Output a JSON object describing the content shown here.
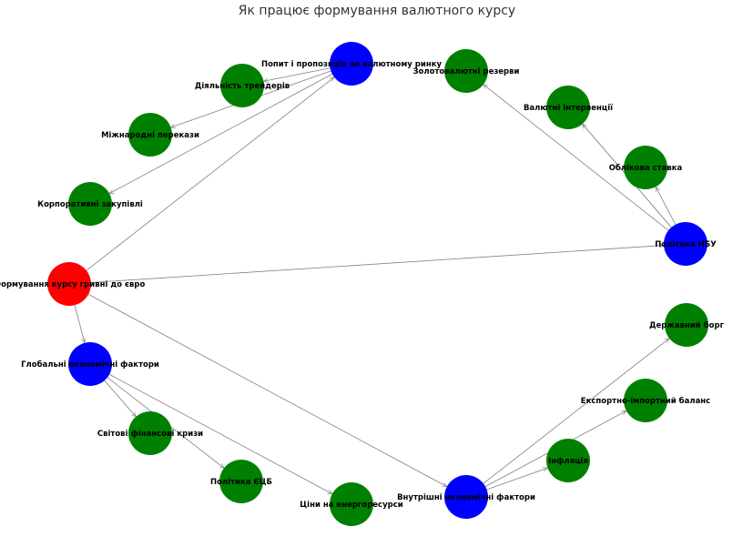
{
  "title": "Як працює формування валютного курсу",
  "colors": {
    "root": "#ff0000",
    "category": "#0000ff",
    "factor": "#008000",
    "edge": "#808080"
  },
  "nodes": [
    {
      "id": "root",
      "label": "Формування курсу гривні до євро",
      "kind": "root"
    },
    {
      "id": "global",
      "label": "Глобальні економічні фактори",
      "kind": "category"
    },
    {
      "id": "crises",
      "label": "Світові фінансові кризи",
      "kind": "factor"
    },
    {
      "id": "ecb",
      "label": "Політика ЄЦБ",
      "kind": "factor"
    },
    {
      "id": "energy",
      "label": "Ціни на енергоресурси",
      "kind": "factor"
    },
    {
      "id": "internal",
      "label": "Внутрішні економічні фактори",
      "kind": "category"
    },
    {
      "id": "inflation",
      "label": "Інфляція",
      "kind": "factor"
    },
    {
      "id": "trade",
      "label": "Експортно-імпортний баланс",
      "kind": "factor"
    },
    {
      "id": "debt",
      "label": "Державний борг",
      "kind": "factor"
    },
    {
      "id": "nbu",
      "label": "Політика НБУ",
      "kind": "category"
    },
    {
      "id": "rate",
      "label": "Облікова ставка",
      "kind": "factor"
    },
    {
      "id": "interventions",
      "label": "Валютні інтервенції",
      "kind": "factor"
    },
    {
      "id": "reserves",
      "label": "Золотовалютні резерви",
      "kind": "factor"
    },
    {
      "id": "market",
      "label": "Попит і пропозиція на валютному ринку",
      "kind": "category"
    },
    {
      "id": "traders",
      "label": "Діяльність трейдерів",
      "kind": "factor"
    },
    {
      "id": "transfers",
      "label": "Міжнародні перекази",
      "kind": "factor"
    },
    {
      "id": "purchases",
      "label": "Корпоративні закупівлі",
      "kind": "factor"
    }
  ],
  "edges": [
    [
      "root",
      "global"
    ],
    [
      "root",
      "internal"
    ],
    [
      "root",
      "nbu"
    ],
    [
      "root",
      "market"
    ],
    [
      "global",
      "crises"
    ],
    [
      "global",
      "ecb"
    ],
    [
      "global",
      "energy"
    ],
    [
      "internal",
      "inflation"
    ],
    [
      "internal",
      "trade"
    ],
    [
      "internal",
      "debt"
    ],
    [
      "nbu",
      "rate"
    ],
    [
      "nbu",
      "interventions"
    ],
    [
      "nbu",
      "reserves"
    ],
    [
      "market",
      "traders"
    ],
    [
      "market",
      "transfers"
    ],
    [
      "market",
      "purchases"
    ]
  ]
}
